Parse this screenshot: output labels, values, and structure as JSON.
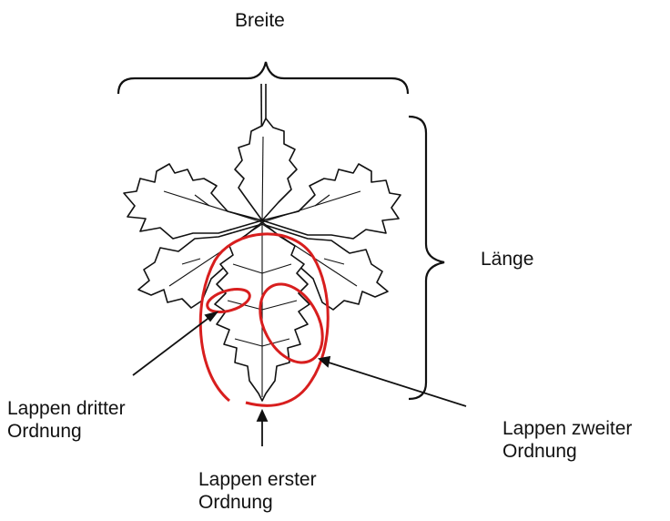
{
  "labels": {
    "width": "Breite",
    "length": "Länge",
    "lobe_third_order": "Lappen dritter\nOrdnung",
    "lobe_first_order": "Lappen erster\nOrdnung",
    "lobe_second_order": "Lappen zweiter\nOrdnung"
  },
  "colors": {
    "ink": "#111111",
    "highlight": "#d81e1e",
    "leaf_fill": "#ffffff"
  }
}
